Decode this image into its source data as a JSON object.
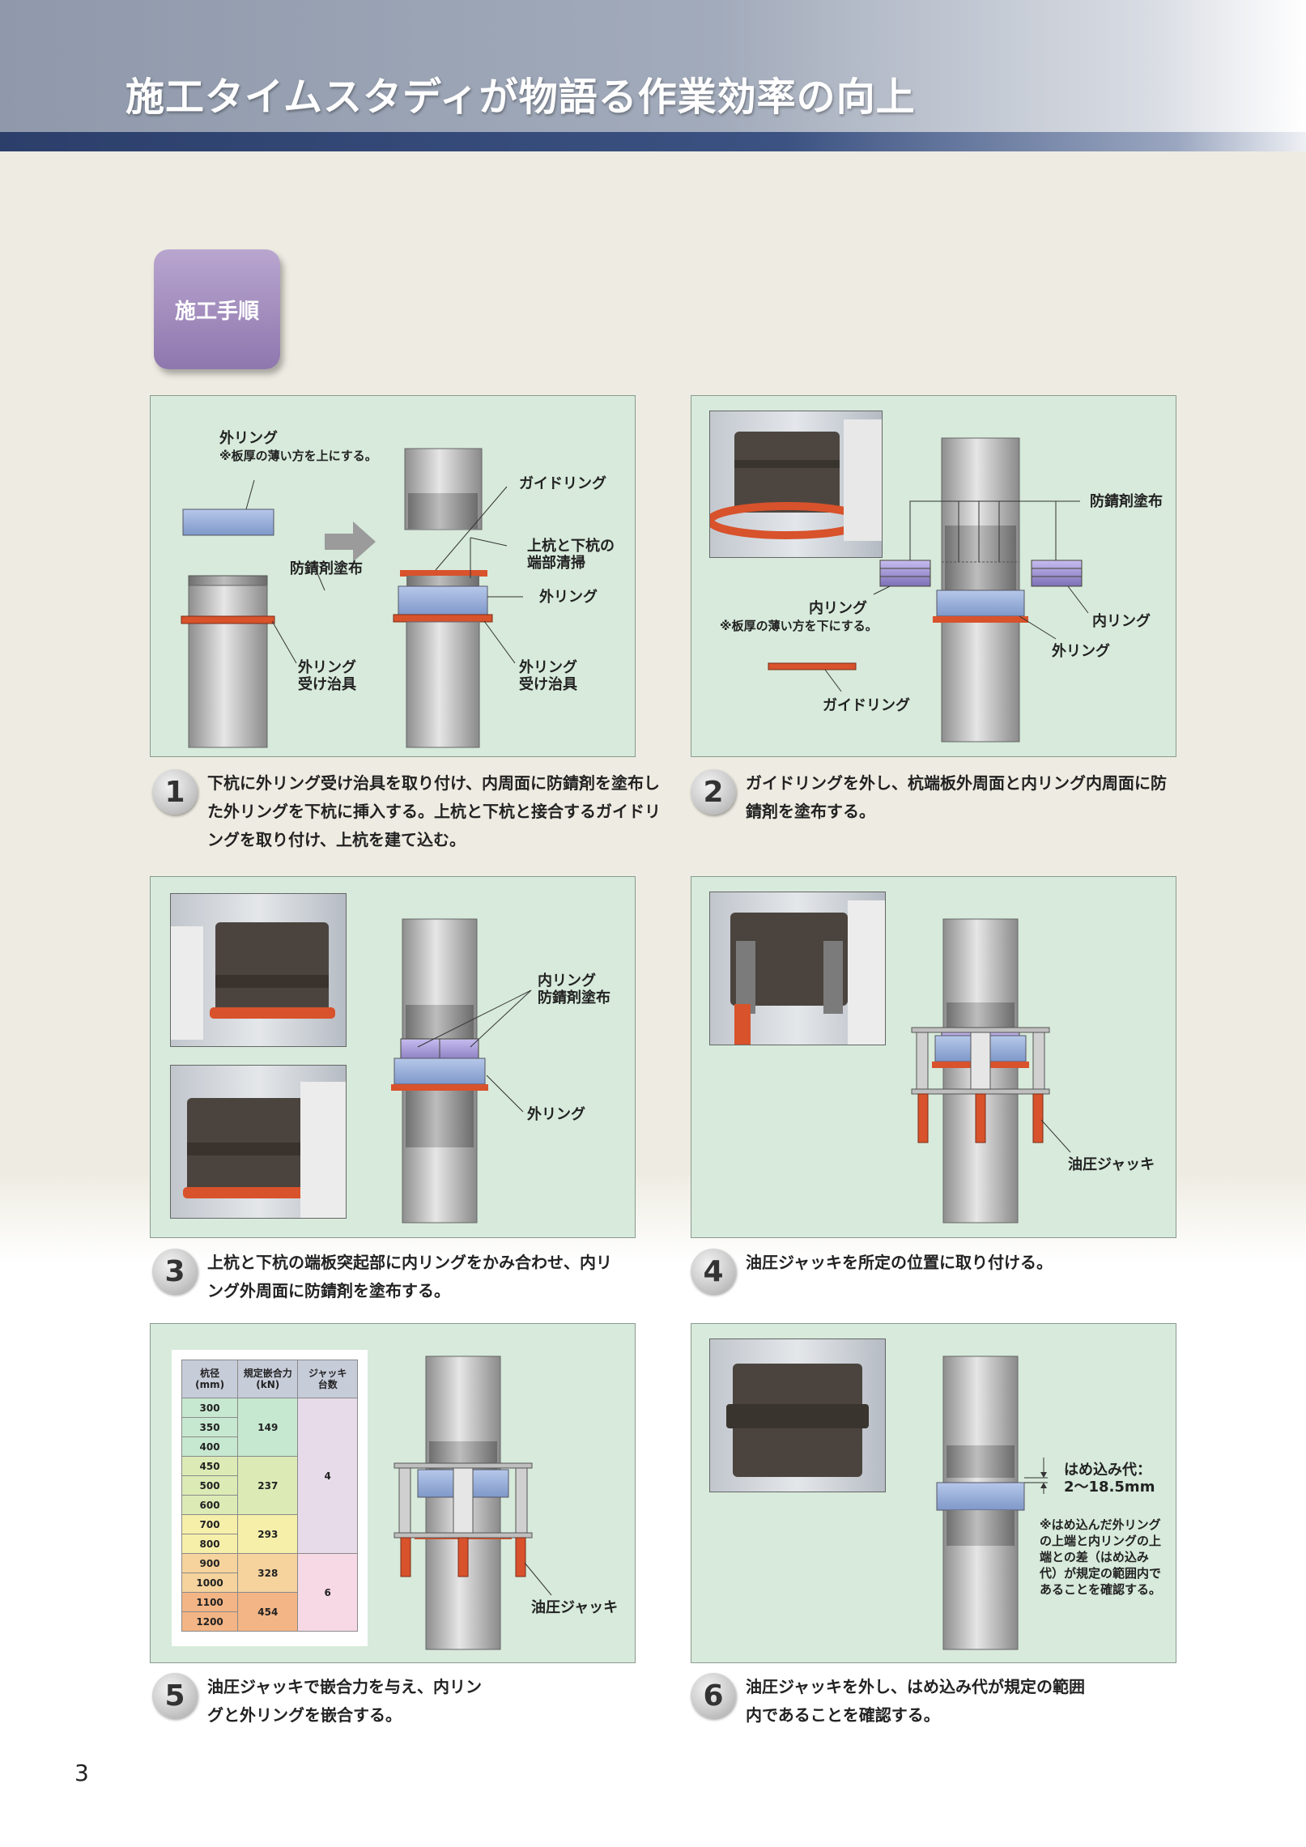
{
  "header": {
    "title": "施工タイムスタディが物語る作業効率の向上"
  },
  "section": {
    "label": "施工手順"
  },
  "panel1": {
    "outer_ring": "外リング",
    "outer_ring_note": "※板厚の薄い方を上にする。",
    "anticorrosion": "防錆剤塗布",
    "jig": "外リング\n受け治具",
    "guide_ring": "ガイドリング",
    "cleaning": "上杭と下杭の\n端部清掃",
    "outer_ring2": "外リング",
    "jig2": "外リング\n受け治具"
  },
  "panel2": {
    "anticorrosion": "防錆剤塗布",
    "inner_ring_left": "内リング",
    "inner_ring_note": "※板厚の薄い方を下にする。",
    "inner_ring_right": "内リング",
    "outer_ring": "外リング",
    "guide_ring": "ガイドリング"
  },
  "panel3": {
    "inner_ring_anticorrosion": "内リング\n防錆剤塗布",
    "outer_ring": "外リング"
  },
  "panel4": {
    "jack": "油圧ジャッキ"
  },
  "panel5": {
    "jack": "油圧ジャッキ",
    "table": {
      "headers": [
        "杭径\n(mm)",
        "規定嵌合力\n(kN)",
        "ジャッキ\n台数"
      ],
      "diameters": [
        "300",
        "350",
        "400",
        "450",
        "500",
        "600",
        "700",
        "800",
        "900",
        "1000",
        "1100",
        "1200"
      ],
      "forces": [
        "149",
        "237",
        "293",
        "328",
        "454"
      ],
      "jacks": [
        "4",
        "6"
      ]
    }
  },
  "panel6": {
    "fit_allowance": "はめ込み代：\n2〜18.5mm",
    "note": "※はめ込んだ外リング\nの上端と内リングの上\n端との差（はめ込み\n代）が規定の範囲内で\nあることを確認する。"
  },
  "steps": [
    {
      "num": "1",
      "text": "下杭に外リング受け治具を取り付け、内周面に防錆剤を塗布した外リングを下杭に挿入する。上杭と下杭と接合するガイドリングを取り付け、上杭を建て込む。"
    },
    {
      "num": "2",
      "text": "ガイドリングを外し、杭端板外周面と内リング内周面に防錆剤を塗布する。"
    },
    {
      "num": "3",
      "text": "上杭と下杭の端板突起部に内リングをかみ合わせ、内リング外周面に防錆剤を塗布する。"
    },
    {
      "num": "4",
      "text": "油圧ジャッキを所定の位置に取り付ける。"
    },
    {
      "num": "5",
      "text": "油圧ジャッキで嵌合力を与え、内リングと外リングを嵌合する。"
    },
    {
      "num": "6",
      "text": "油圧ジャッキを外し、はめ込み代が規定の範囲内であることを確認する。"
    }
  ],
  "page_number": "3",
  "colors": {
    "panel_bg": "#d7eadb",
    "pile": "#b9b9b9",
    "ring_blue": "#9eb4dc",
    "flange_red": "#d8522b",
    "inner_purple": "#9b8fd0"
  }
}
